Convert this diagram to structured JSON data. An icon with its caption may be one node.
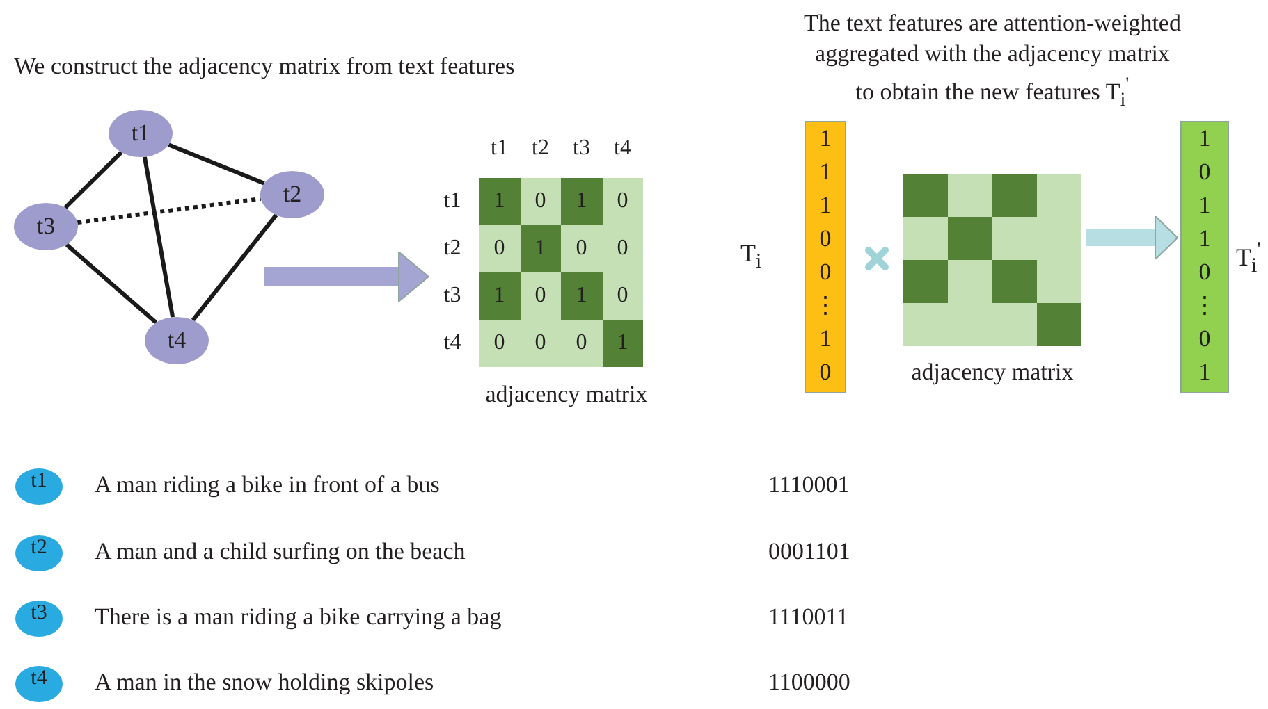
{
  "diagram": {
    "nodes": [
      {
        "text": [
          "t1"
        ]
      },
      {
        "text": [
          "t2"
        ]
      },
      {
        "text": [
          "t3"
        ]
      },
      {
        "text": [
          "t4"
        ]
      },
      {
        "text": [
          "adjacency matrix"
        ]
      },
      {
        "text": [
          "1 1 1 0 0 ⋮ 1 0"
        ],
        "beside": [
          "T$_{i}$"
        ]
      },
      {
        "text": [
          "adjacency matrix"
        ]
      },
      {
        "text": [
          "1 0 1 1 0 ⋮ 0 1"
        ],
        "beside": [
          "T$_{i}$$^{'}$"
        ]
      },
      {
        "text": [
          "t1"
        ],
        "beside": [
          "A man riding a bike in front of a bus"
        ]
      },
      {
        "text": [
          "t2"
        ],
        "beside": [
          "A man and a child surfing on the beach"
        ]
      },
      {
        "text": [
          "t3"
        ],
        "beside": [
          "There is a man riding a bike carrying a bag"
        ]
      },
      {
        "text": [
          "t4"
        ],
        "beside": [
          "A man in the snow holding skipoles"
        ]
      }
    ],
    "edges": [
      {
        "from": 0,
        "to": 1,
        "arrow": "none"
      },
      {
        "from": 0,
        "to": 2,
        "arrow": "none"
      },
      {
        "from": 0,
        "to": 3,
        "arrow": "none"
      },
      {
        "from": 2,
        "to": 3,
        "arrow": "none"
      },
      {
        "from": 1,
        "to": 3,
        "arrow": "none"
      },
      {
        "from": 2,
        "to": 1,
        "arrow": "none",
        "style": "dashed"
      },
      {
        "from": null,
        "to": 4,
        "arrow": "to",
        "style": "thick",
        "color": "#a5a5d3"
      },
      {
        "from": 6,
        "to": 7,
        "arrow": "to",
        "style": "thick",
        "color": "#b7dfe3"
      }
    ],
    "labels": [
      "We construct the adjacency matrix from text features",
      "t1",
      "t2",
      "t3",
      "t4",
      "t1",
      "1",
      "0",
      "1",
      "0",
      "t2",
      "0",
      "1",
      "0",
      "0",
      "t3",
      "1",
      "0",
      "1",
      "0",
      "t4",
      "0",
      "0",
      "0",
      "1",
      "The text features are attention-weighted aggregated with the adjacency matrix to obtain the new features T$_{i}$$^{'}$",
      "1110001",
      "0001101",
      "1110011",
      "1100000"
    ]
  }
}
